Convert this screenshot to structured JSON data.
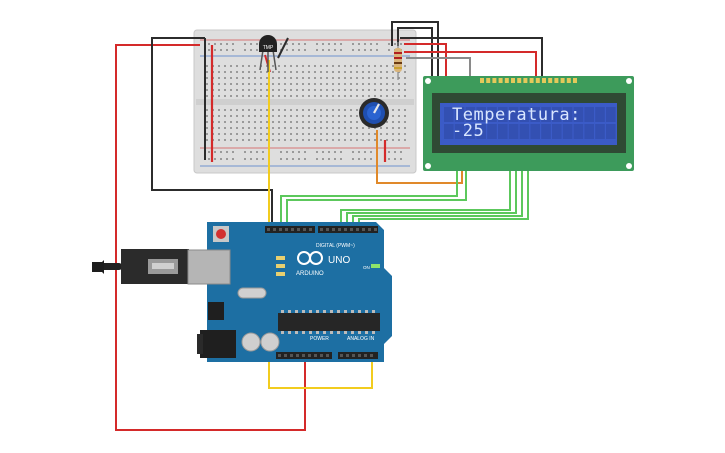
{
  "lcd": {
    "line1": "Temperatura:",
    "line2": "-25"
  },
  "sensor": {
    "label": "TMP"
  },
  "arduino": {
    "brand": "ARDUINO",
    "model": "UNO",
    "digital_label": "DIGITAL (PWM~)",
    "power_label": "POWER",
    "analog_label": "ANALOG IN",
    "on_label": "ON"
  },
  "colors": {
    "wire_red": "#d42a2a",
    "wire_black": "#2c2c2c",
    "wire_yellow": "#f2cc1f",
    "wire_green": "#5cc85c",
    "wire_orange": "#e0892a",
    "board_blue": "#1d6fa3",
    "lcd_green": "#3d9b5b",
    "lcd_screen": "#3b5bc7",
    "breadboard": "#dcdcdc"
  }
}
